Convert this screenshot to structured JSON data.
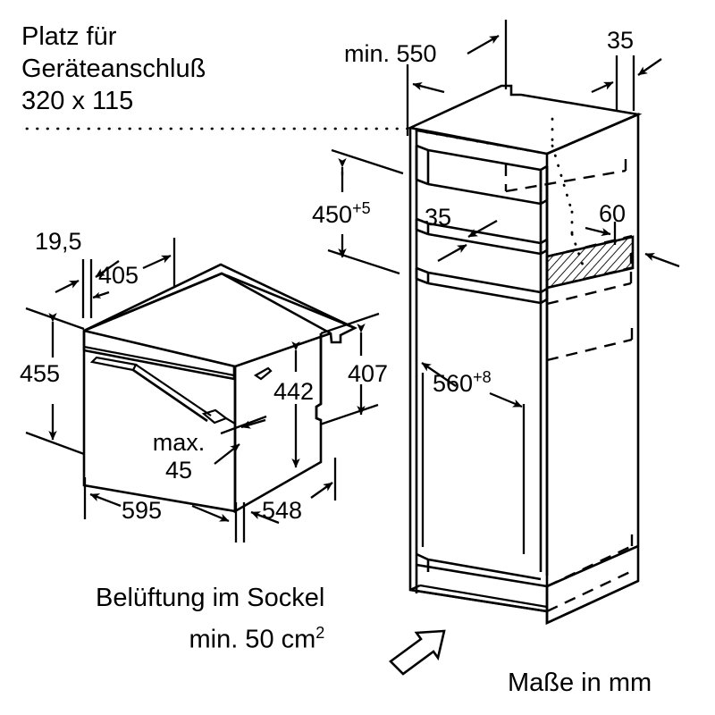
{
  "drawing": {
    "title_note": "Maße in mm",
    "background_color": "#ffffff",
    "line_color": "#000000",
    "notes": {
      "connection_space": {
        "line1": "Platz für",
        "line2": "Geräteanschluß",
        "line3": "320 x 115"
      },
      "ventilation": {
        "line1": "Belüftung im Sockel",
        "line2_prefix": "min. 50 cm",
        "line2_sup": "2"
      }
    },
    "appliance_dimensions": {
      "depth_front_offset": "19,5",
      "top_depth": "405",
      "front_height": "455",
      "inner_height": "442",
      "side_height": "407",
      "door_gap_label": "max.",
      "door_gap_value": "45",
      "width": "595",
      "depth": "548"
    },
    "niche_dimensions": {
      "min_depth": "min. 550",
      "top_gap": "35",
      "niche_height": "450",
      "niche_height_tolerance": "+5",
      "shelf_thickness": "35",
      "rear_gap": "60",
      "niche_width": "560",
      "niche_width_tolerance": "+8"
    }
  }
}
